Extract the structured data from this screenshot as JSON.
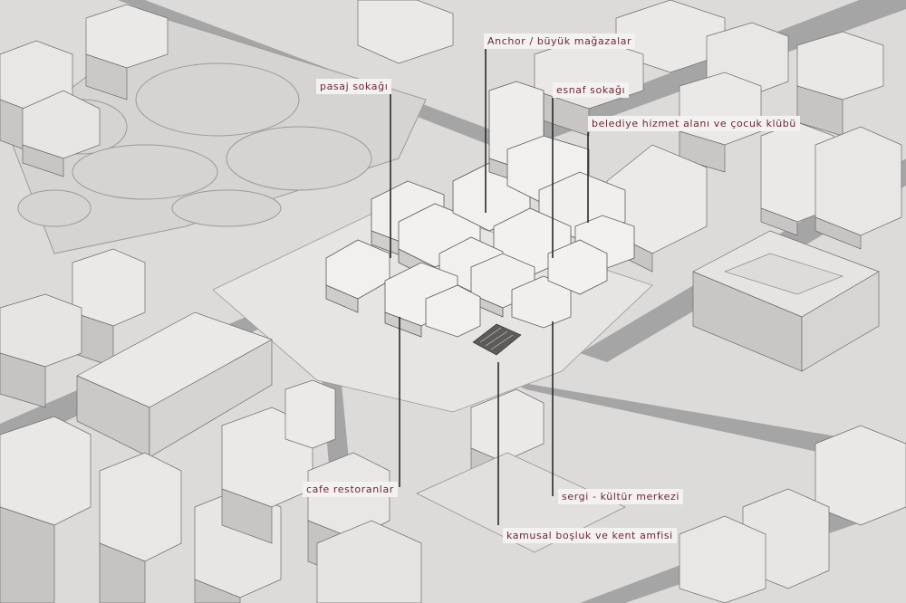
{
  "diagram": {
    "labels": {
      "anchor": "Anchor / büyük mağazalar",
      "pasaj": "pasaj sokağı",
      "esnaf": "esnaf sokağı",
      "belediye": "belediye hizmet alanı ve çocuk klübü",
      "cafe": "cafe restoranlar",
      "sergi": "sergi - kültür merkezi",
      "kamusal": "kamusal boşluk ve kent amfisi"
    }
  }
}
